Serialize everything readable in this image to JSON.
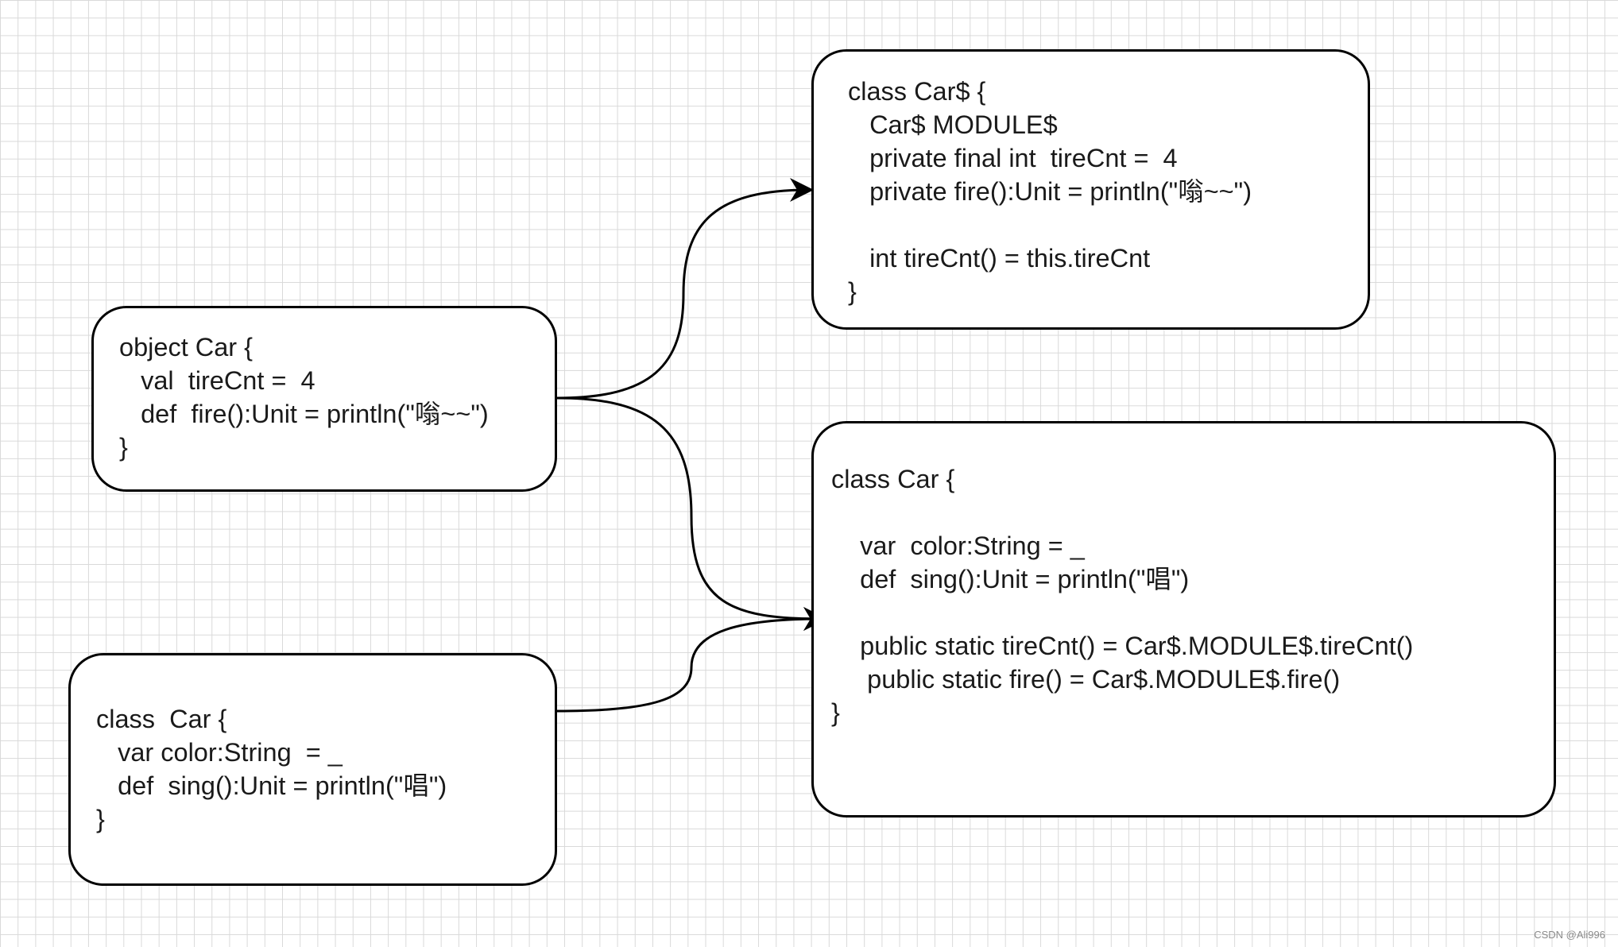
{
  "nodes": {
    "object_car": {
      "lines": [
        "object Car {",
        "   val  tireCnt =  4",
        "   def  fire():Unit = println(\"嗡~~\")",
        "}"
      ]
    },
    "class_car_src": {
      "lines": [
        "class  Car {",
        "   var color:String  = _",
        "   def  sing():Unit = println(\"唱\")",
        "}"
      ]
    },
    "class_car_dollar": {
      "lines": [
        "class Car$ {",
        "   Car$ MODULE$",
        "   private final int  tireCnt =  4",
        "   private fire():Unit = println(\"嗡~~\")",
        "",
        "   int tireCnt() = this.tireCnt",
        "}"
      ]
    },
    "class_car_out": {
      "lines": [
        "class Car {",
        "",
        "    var  color:String = _",
        "    def  sing():Unit = println(\"唱\")",
        "",
        "    public static tireCnt() = Car$.MODULE$.tireCnt()",
        "     public static fire() = Car$.MODULE$.fire()",
        "}"
      ]
    }
  },
  "edges": [
    {
      "from": "object_car",
      "to": "class_car_dollar"
    },
    {
      "from": "object_car",
      "to": "class_car_out"
    },
    {
      "from": "class_car_src",
      "to": "class_car_out"
    }
  ],
  "watermark": "CSDN @Ali996"
}
